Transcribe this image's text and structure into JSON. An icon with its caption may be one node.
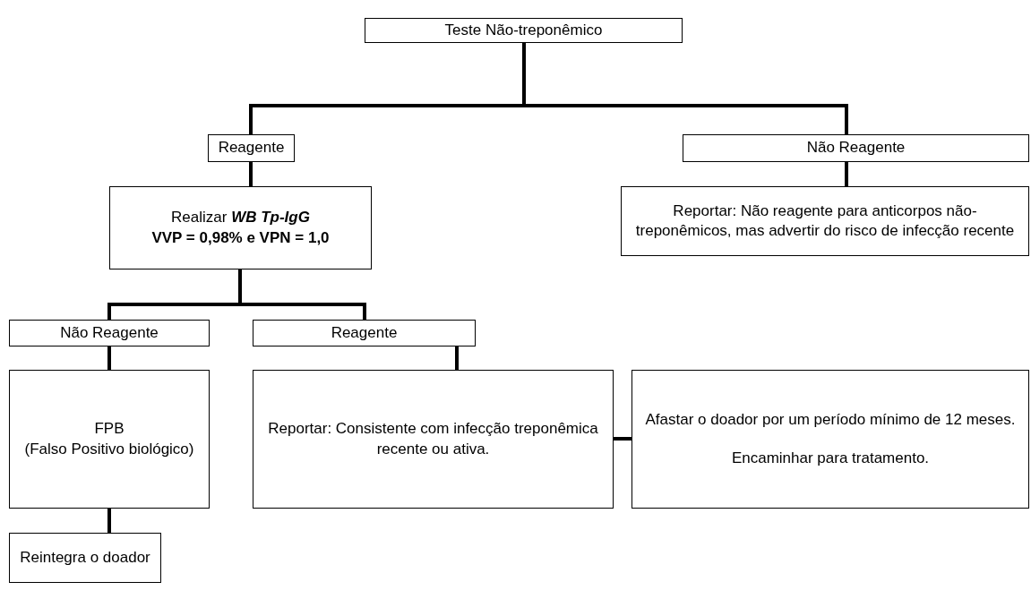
{
  "diagram": {
    "nodes": [
      {
        "text": [
          "Teste Não-treponêmico"
        ]
      },
      {
        "text": [
          "Reagente"
        ]
      },
      {
        "text": [
          "Não Reagente"
        ]
      },
      {
        "text": [
          "Realizar **WB Tp-IgG**",
          "VVP = 0,98% e VPN = 1,0"
        ]
      },
      {
        "text": [
          "Reportar: Não reagente para anticorpos não-treponêmicos, mas advertir do risco de infecção recente"
        ]
      },
      {
        "text": [
          "Não Reagente"
        ]
      },
      {
        "text": [
          "Reagente"
        ]
      },
      {
        "text": [
          "FPB",
          "(Falso Positivo biológico)"
        ]
      },
      {
        "text": [
          "Reportar: Consistente com infecção treponêmica recente ou ativa."
        ]
      },
      {
        "text": [
          "Afastar o doador por um período mínimo de 12 meses.",
          "Encaminhar para tratamento."
        ]
      },
      {
        "text": [
          "Reintegra o doador"
        ]
      }
    ],
    "edges": [
      {
        "from": 0,
        "to": 1,
        "arrow": "none"
      },
      {
        "from": 0,
        "to": 2,
        "arrow": "none"
      },
      {
        "from": 1,
        "to": 3,
        "arrow": "none"
      },
      {
        "from": 2,
        "to": 4,
        "arrow": "none"
      },
      {
        "from": 3,
        "to": 5,
        "arrow": "none"
      },
      {
        "from": 3,
        "to": 6,
        "arrow": "none"
      },
      {
        "from": 5,
        "to": 7,
        "arrow": "none"
      },
      {
        "from": 6,
        "to": 8,
        "arrow": "none"
      },
      {
        "from": 8,
        "to": 9,
        "arrow": "none"
      },
      {
        "from": 7,
        "to": 10,
        "arrow": "none"
      }
    ]
  }
}
